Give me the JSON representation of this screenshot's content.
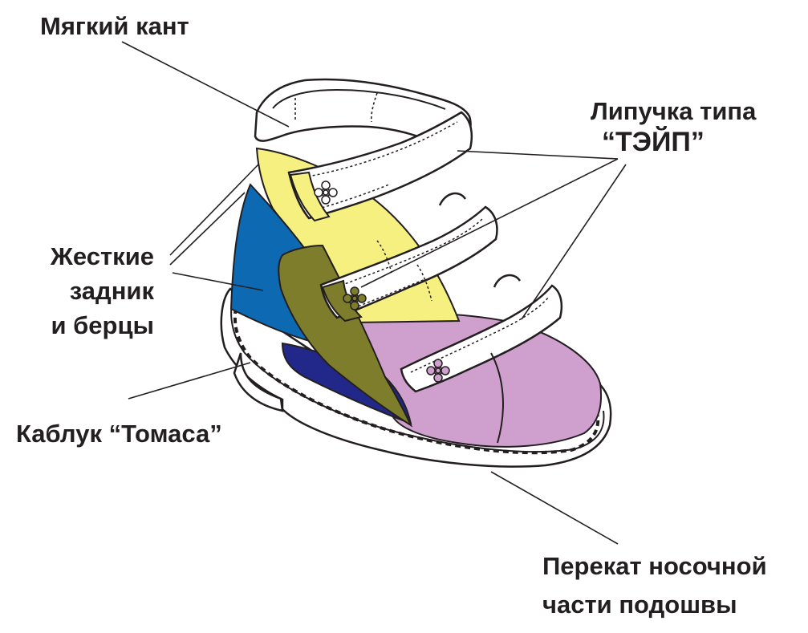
{
  "labels": {
    "soft_edge": "Мягкий кант",
    "velcro": [
      "Липучка типа",
      "“ТЭЙП”"
    ],
    "rigid_parts": [
      "Жесткие",
      "задник",
      "и берцы"
    ],
    "heel": "Каблук “Томаса”",
    "rocker": [
      "Перекат носочной",
      "части подошвы"
    ]
  },
  "colors": {
    "outline": "#231f20",
    "counter_blue": "#0d6ab2",
    "heel_navy": "#21288a",
    "upper_yellow": "#f5f07f",
    "overlap_olive": "#7d7d2c",
    "toe_lilac": "#cfa0cd",
    "background": "#ffffff"
  }
}
